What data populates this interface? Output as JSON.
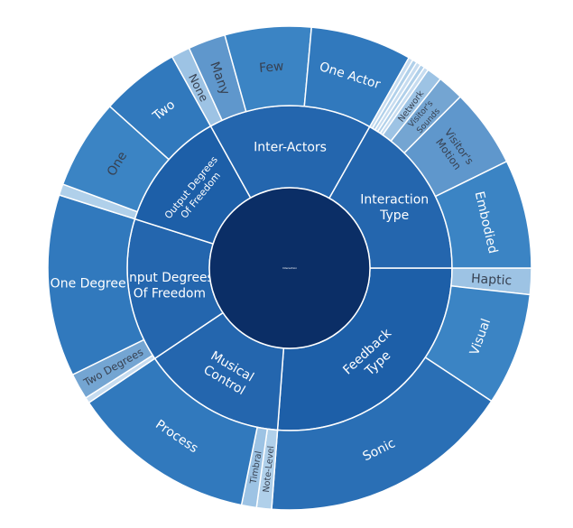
{
  "chart_data": {
    "type": "sunburst",
    "root": {
      "label": "Interaction",
      "color": "#0b2e66",
      "text_color": "#ffffff"
    },
    "start_angle_deg": 0,
    "ring1": [
      {
        "label": "Feedback\nType",
        "value": 104.5,
        "color": "#1d5fa8",
        "text_color": "#ffffff",
        "children": [
          {
            "label": "Haptic",
            "value": 7,
            "color": "#9dc3e4",
            "text_color": "#374151"
          },
          {
            "label": "Visual",
            "value": 30,
            "color": "#3b84c4",
            "text_color": "#ffffff"
          },
          {
            "label": "Sonic",
            "value": 67.5,
            "color": "#2a6fb5",
            "text_color": "#ffffff"
          }
        ]
      },
      {
        "label": "Musical\nControl",
        "value": 57.5,
        "color": "#2466ae",
        "text_color": "#ffffff",
        "children": [
          {
            "label": "Note-Level",
            "value": 4,
            "color": "#b0d0ea",
            "text_color": "#374151"
          },
          {
            "label": "Timbral",
            "value": 4,
            "color": "#9dc3e4",
            "text_color": "#374151"
          },
          {
            "label": "Process",
            "value": 49.5,
            "color": "#3179bd",
            "text_color": "#ffffff"
          }
        ]
      },
      {
        "label": "Input Degrees\nOf Freedom",
        "value": 57,
        "color": "#2466ae",
        "text_color": "#ffffff",
        "children": [
          {
            "label": "",
            "value": 1.5,
            "color": "#c6dcf0",
            "text_color": "#374151"
          },
          {
            "label": "Two Degrees",
            "value": 7,
            "color": "#74a5d2",
            "text_color": "#374151"
          },
          {
            "label": "One Degree",
            "value": 48.5,
            "color": "#3179bd",
            "text_color": "#ffffff"
          }
        ]
      },
      {
        "label": "Output Degrees\nOf Freedom",
        "value": 48,
        "color": "#1d5fa8",
        "text_color": "#ffffff",
        "children": [
          {
            "label": "",
            "value": 3,
            "color": "#b0d0ea",
            "text_color": "#374151"
          },
          {
            "label": "One",
            "value": 24,
            "color": "#3b84c4",
            "text_color": "#374151"
          },
          {
            "label": "Two",
            "value": 21,
            "color": "#3179bd",
            "text_color": "#ffffff"
          }
        ]
      },
      {
        "label": "Inter-Actors",
        "value": 65,
        "color": "#2466ae",
        "text_color": "#ffffff",
        "children": [
          {
            "label": "None",
            "value": 5,
            "color": "#9dc3e4",
            "text_color": "#374151"
          },
          {
            "label": "Many",
            "value": 10,
            "color": "#5f97cc",
            "text_color": "#374151"
          },
          {
            "label": "Few",
            "value": 23,
            "color": "#3b84c4",
            "text_color": "#374151"
          },
          {
            "label": "One Actor",
            "value": 27,
            "color": "#3179bd",
            "text_color": "#ffffff"
          }
        ]
      },
      {
        "label": "Interaction\nType",
        "value": 67,
        "color": "#2466ae",
        "text_color": "#ffffff",
        "children": [
          {
            "label": "",
            "value": 1.2,
            "color": "#c6dcf0",
            "text_color": "#374151"
          },
          {
            "label": "",
            "value": 1.2,
            "color": "#b0d0ea",
            "text_color": "#374151"
          },
          {
            "label": "",
            "value": 1.2,
            "color": "#c6dcf0",
            "text_color": "#374151"
          },
          {
            "label": "",
            "value": 1.2,
            "color": "#b0d0ea",
            "text_color": "#374151"
          },
          {
            "label": "",
            "value": 1.2,
            "color": "#c6dcf0",
            "text_color": "#374151"
          },
          {
            "label": "Network",
            "value": 4,
            "color": "#9dc3e4",
            "text_color": "#374151"
          },
          {
            "label": "Visitor's\nSounds",
            "value": 7,
            "color": "#74a5d2",
            "text_color": "#374151"
          },
          {
            "label": "Visitor's\nMotion",
            "value": 21,
            "color": "#5f97cc",
            "text_color": "#374151"
          },
          {
            "label": "Embodied",
            "value": 29,
            "color": "#3b84c4",
            "text_color": "#ffffff"
          }
        ]
      }
    ]
  }
}
